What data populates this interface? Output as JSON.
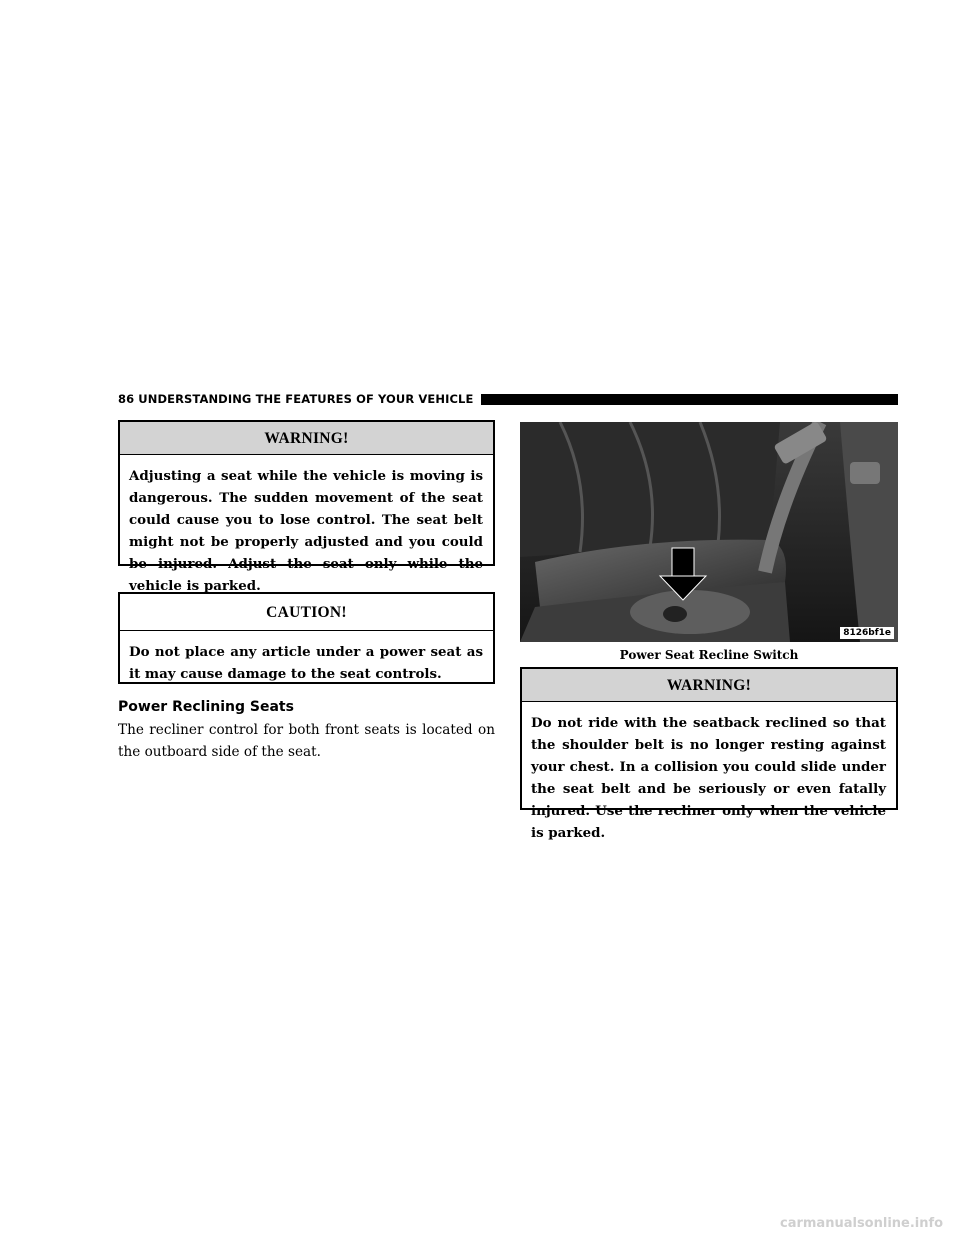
{
  "header": {
    "text": "86  UNDERSTANDING THE FEATURES OF YOUR VEHICLE"
  },
  "warning1": {
    "title": "WARNING!",
    "body": "Adjusting a seat while the vehicle is moving is dangerous. The sudden movement of the seat could cause you to lose control. The seat belt might not be properly adjusted and you could be injured. Adjust the seat only while the vehicle is parked."
  },
  "caution1": {
    "title": "CAUTION!",
    "body": "Do not place any article under a power seat as it may cause damage to the seat controls."
  },
  "section": {
    "heading": "Power Reclining Seats",
    "body": "The recliner control for both front seats is located on the outboard side of the seat."
  },
  "figure": {
    "code": "8126bf1e",
    "caption": "Power Seat Recline Switch"
  },
  "warning2": {
    "title": "WARNING!",
    "body": "Do not ride with the seatback reclined so that the shoulder belt is no longer resting against your chest. In a collision you could slide under the seat belt and be seriously or even fatally injured. Use the recliner only when the vehicle is parked."
  },
  "watermark": "carmanualsonline.info"
}
